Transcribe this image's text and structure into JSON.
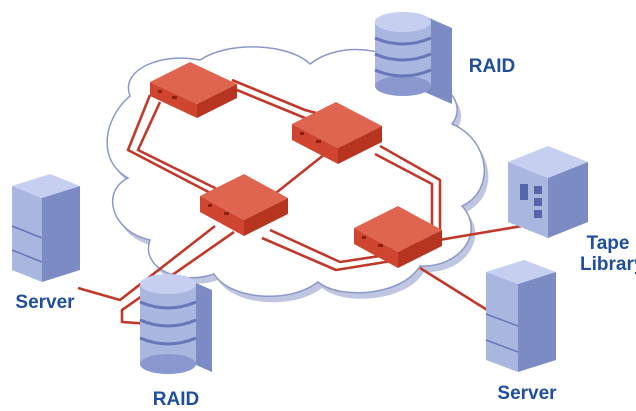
{
  "labels": {
    "raid_top": "RAID",
    "tape_library_line1": "Tape",
    "tape_library_line2": "Library",
    "server_left": "Server",
    "raid_bottom": "RAID",
    "server_right": "Server"
  },
  "icons": {
    "switch": "network-switch-icon",
    "raid": "raid-storage-icon",
    "server": "server-tower-icon",
    "tape": "tape-library-icon",
    "cloud": "san-cloud"
  },
  "colors": {
    "cable": "#c0392b",
    "switch_face": "#d04530",
    "switch_top": "#e06550",
    "switch_side": "#b73520",
    "device_front": "#a9b6e0",
    "device_side": "#7c8bc4",
    "device_top": "#c6cff0",
    "cloud_fill": "#ffffff",
    "cloud_edge": "#8b97c8",
    "label": "#1f4e9c"
  }
}
